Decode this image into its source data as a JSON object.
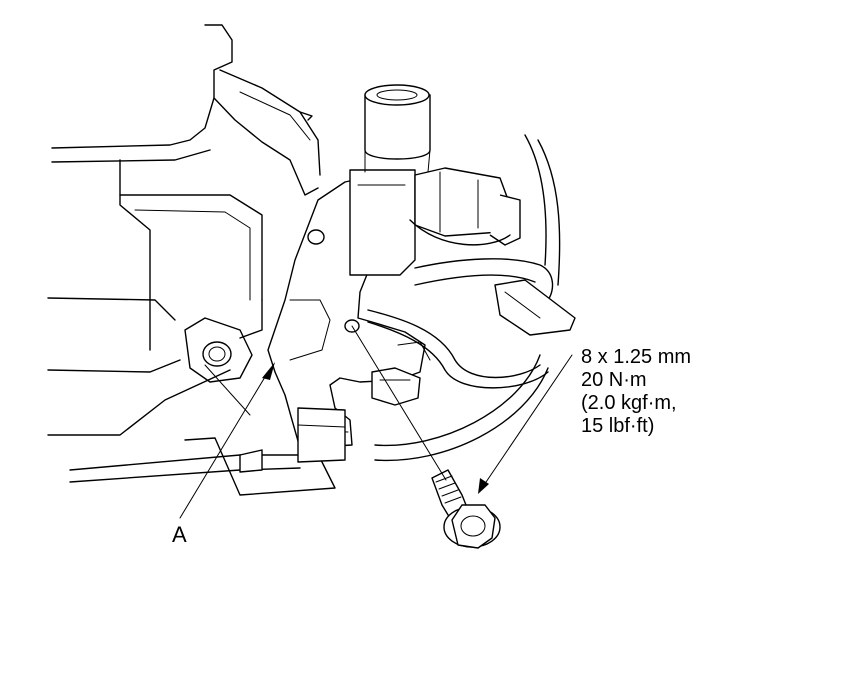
{
  "callouts": {
    "part_a": "A"
  },
  "torque_spec": {
    "bolt_size": "8 x 1.25 mm",
    "torque_nm": "20 N·m",
    "torque_kgfm": "(2.0 kgf·m,",
    "torque_lbfft": "15 lbf·ft)"
  },
  "colors": {
    "ink": "#000000",
    "background": "#ffffff"
  }
}
